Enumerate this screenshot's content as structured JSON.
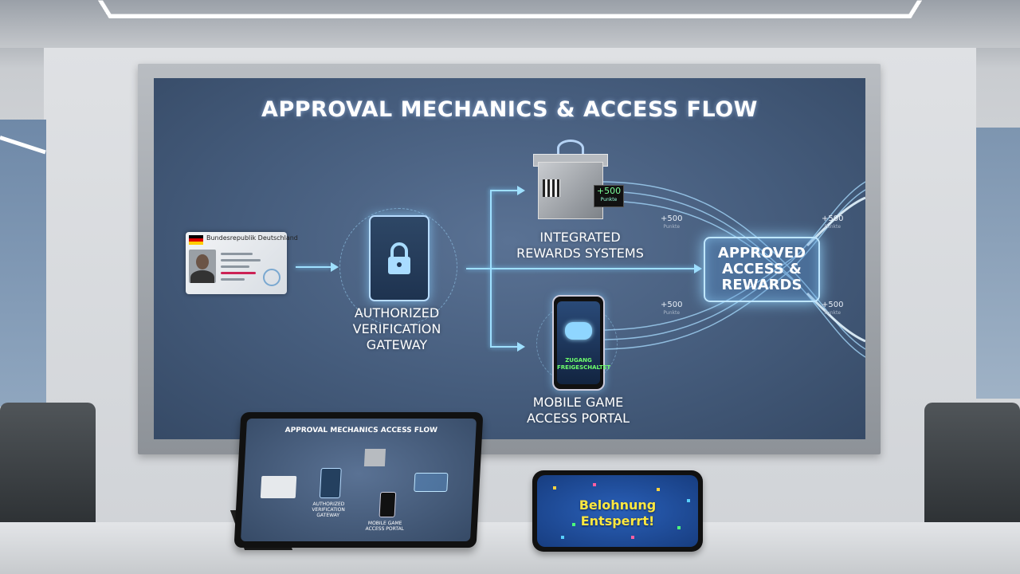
{
  "screen": {
    "title": "APPROVAL MECHANICS & ACCESS FLOW",
    "id_card_header": "Bundesrepublik Deutschland",
    "gateway_label_1": "AUTHORIZED",
    "gateway_label_2": "VERIFICATION",
    "gateway_label_3": "GATEWAY",
    "rewards_label_1": "INTEGRATED",
    "rewards_label_2": "REWARDS SYSTEMS",
    "approved_label_1": "APPROVED",
    "approved_label_2": "ACCESS &",
    "approved_label_3": "REWARDS",
    "portal_label_1": "MOBILE GAME",
    "portal_label_2": "ACCESS PORTAL",
    "gift_tag_value": "+500",
    "gift_tag_unit": "Punkte",
    "phone_text_1": "ZUGANG",
    "phone_text_2": "FREIGESCHALTET",
    "points": [
      {
        "value": "+500",
        "unit": "Punkte"
      },
      {
        "value": "+500",
        "unit": "Punkte"
      },
      {
        "value": "+500",
        "unit": "Punkte"
      },
      {
        "value": "+500",
        "unit": "Punkte"
      }
    ]
  },
  "tablet": {
    "title": "APPROVAL MECHANICS ACCESS FLOW",
    "gateway_label": "AUTHORIZED VERIFICATION GATEWAY",
    "portal_label": "MOBILE GAME ACCESS PORTAL"
  },
  "phone": {
    "line_1": "Belohnung",
    "line_2": "Entsperrt!"
  },
  "colors": {
    "screen_bg": "#455c7c",
    "glow": "#9fe0ff",
    "reward_yellow": "#ffe840",
    "phone_green": "#6dff6d"
  }
}
